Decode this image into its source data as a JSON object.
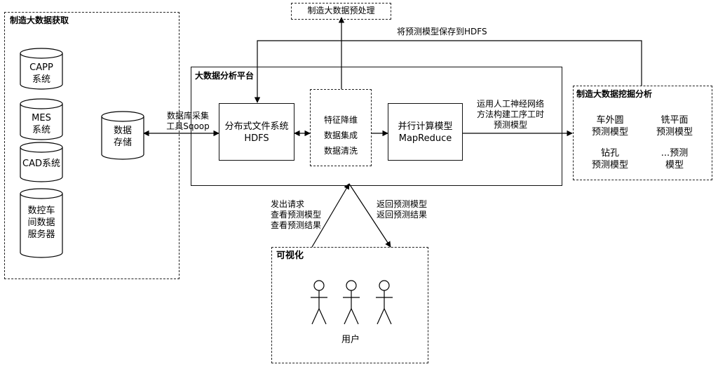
{
  "acquisition": {
    "title": "制造大数据获取",
    "sources": [
      "CAPP\n系统",
      "MES\n系统",
      "CAD系统",
      "数控车\n间数据\n服务器"
    ],
    "storage": "数据\n存储"
  },
  "links": {
    "sqoop": "数据库采集\n工具Sqoop",
    "save_model": "将预测模型保存到HDFS",
    "ann": "运用人工神经网络\n方法构建工序工时\n预测模型",
    "request": "发出请求\n查看预测模型\n查看预测结果",
    "return": "返回预测模型\n返回预测结果"
  },
  "preprocess": {
    "title": "制造大数据预处理"
  },
  "platform": {
    "title": "大数据分析平台",
    "hdfs": "分布式文件系统\nHDFS",
    "preprocess_steps": "特征降维\n数据集成\n数据清洗",
    "mapreduce": "并行计算模型\nMapReduce"
  },
  "mining": {
    "title": "制造大数据挖掘分析",
    "models": [
      "车外圆\n预测模型",
      "铣平面\n预测模型",
      "钻孔\n预测模型",
      "...预测\n模型"
    ]
  },
  "visual": {
    "title": "可视化",
    "user_label": "用户"
  }
}
